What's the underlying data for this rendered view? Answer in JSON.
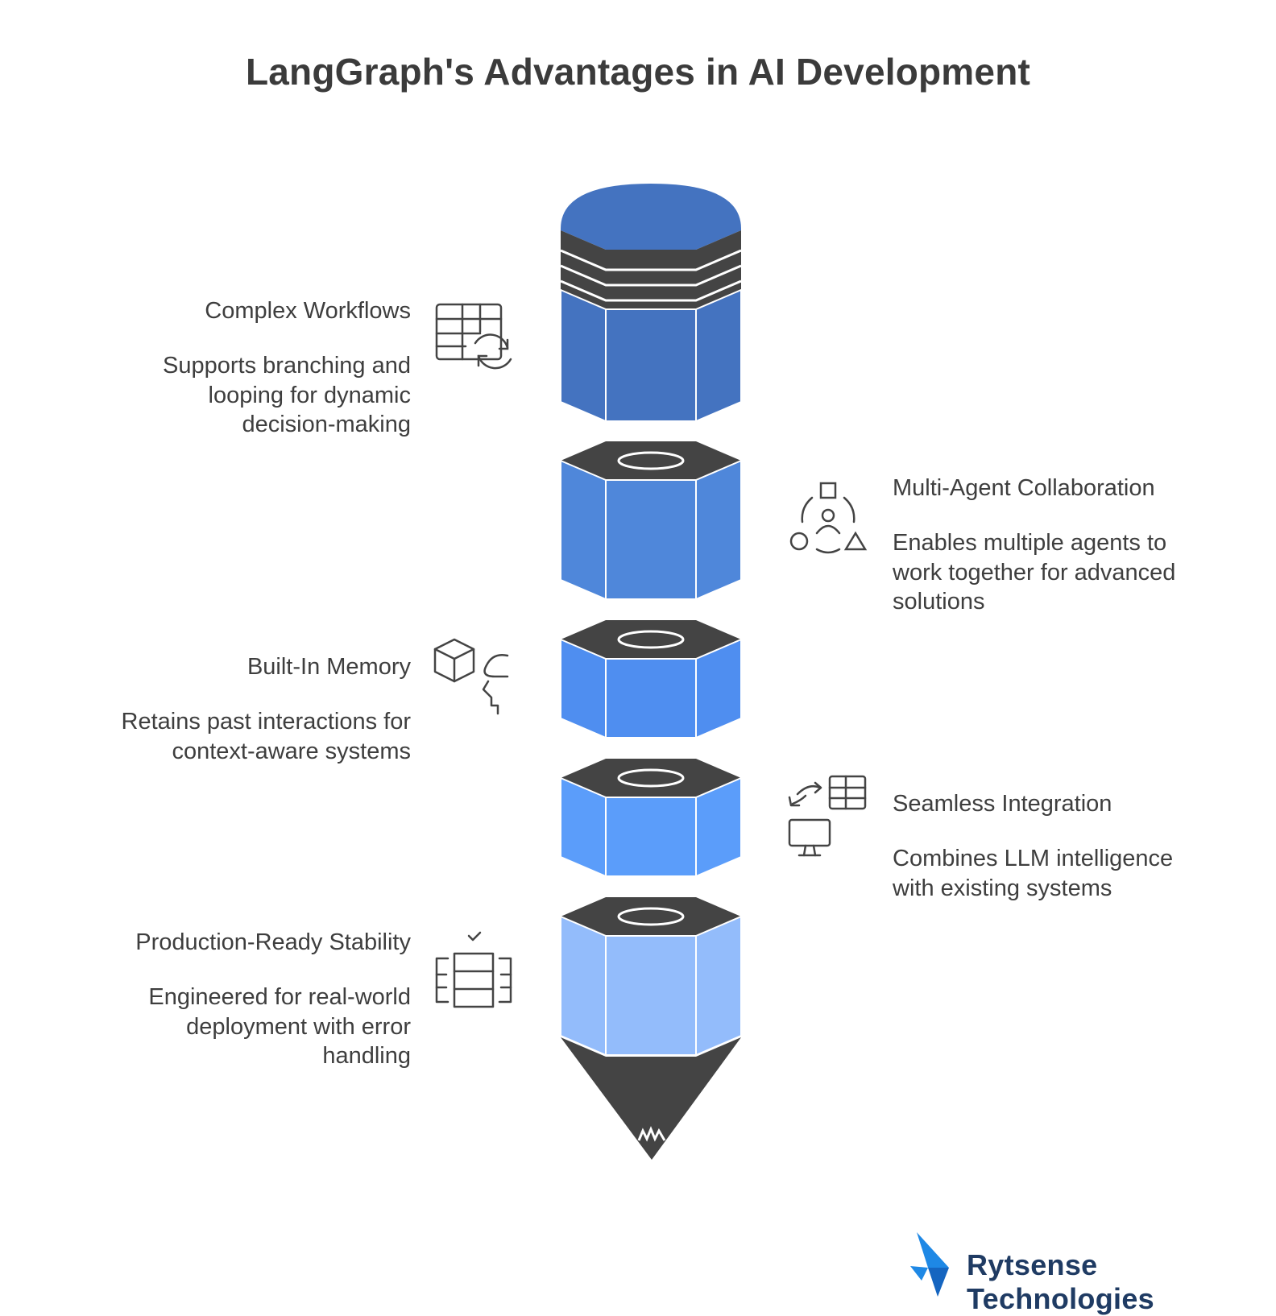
{
  "title": "LangGraph's Advantages in AI Development",
  "items": [
    {
      "heading": "Complex Workflows",
      "description": "Supports branching and looping for dynamic decision-making",
      "icon": "table-refresh-icon",
      "color": "#4473c0"
    },
    {
      "heading": "Multi-Agent Collaboration",
      "description": "Enables multiple agents to work together for advanced solutions",
      "icon": "team-shapes-icon",
      "color": "#4f87da"
    },
    {
      "heading": "Built-In Memory",
      "description": "Retains past interactions for context-aware systems",
      "icon": "cube-head-icon",
      "color": "#4f8ef0"
    },
    {
      "heading": "Seamless Integration",
      "description": "Combines LLM intelligence with existing systems",
      "icon": "integration-icon",
      "color": "#5b9dfa"
    },
    {
      "heading": "Production-Ready Stability",
      "description": "Engineered for real-world deployment with error handling",
      "icon": "server-check-icon",
      "color": "#93bcfb"
    }
  ],
  "brand": {
    "name": "Rytsense Technologies"
  },
  "colors": {
    "dark": "#444444",
    "text": "#3e3e3e",
    "brand_blue": "#1e88e5"
  }
}
